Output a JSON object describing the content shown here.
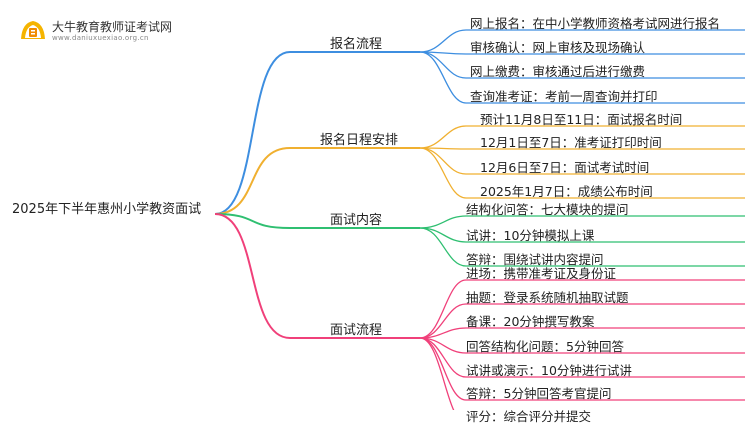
{
  "brand": {
    "title": "大牛教育教师证考试网",
    "url": "www.daniuxuexiao.org.cn"
  },
  "root": "2025年下半年惠州小学教资面试",
  "branches": [
    {
      "label": "报名流程",
      "color": "#3d8ee0",
      "items": [
        "网上报名：在中小学教师资格考试网进行报名",
        "审核确认：网上审核及现场确认",
        "网上缴费：审核通过后进行缴费",
        "查询准考证：考前一周查询并打印"
      ]
    },
    {
      "label": "报名日程安排",
      "color": "#f0b030",
      "items": [
        "预计11月8日至11日：面试报名时间",
        "12月1日至7日：准考证打印时间",
        "12月6日至7日：面试考试时间",
        "2025年1月7日：成绩公布时间"
      ]
    },
    {
      "label": "面试内容",
      "color": "#2fbf71",
      "items": [
        "结构化问答：七大模块的提问",
        "试讲：10分钟模拟上课",
        "答辩：围绕试讲内容提问"
      ]
    },
    {
      "label": "面试流程",
      "color": "#f0407a",
      "items": [
        "进场：携带准考证及身份证",
        "抽题：登录系统随机抽取试题",
        "备课：20分钟撰写教案",
        "回答结构化问题：5分钟回答",
        "试讲或演示：10分钟进行试讲",
        "答辩：5分钟回答考官提问",
        "评分：综合评分并提交"
      ]
    }
  ]
}
